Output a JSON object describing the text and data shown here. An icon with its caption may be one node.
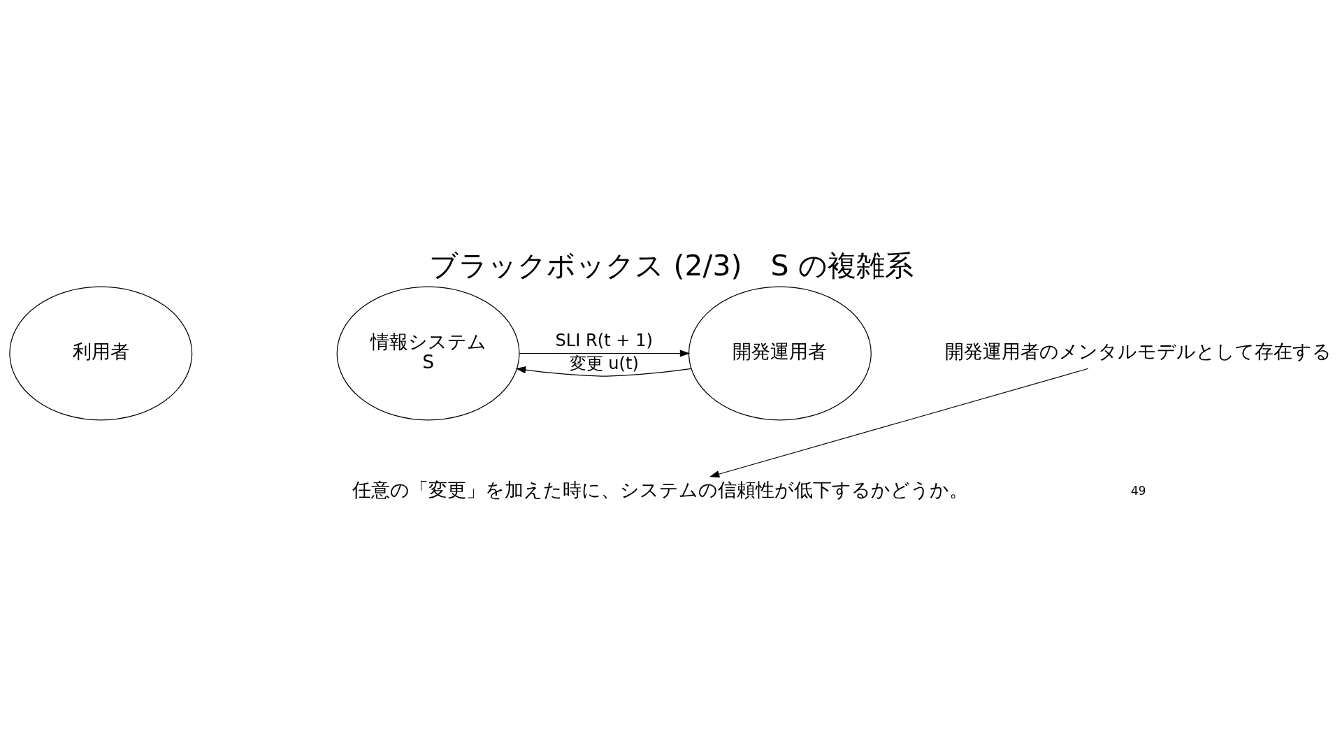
{
  "diagram": {
    "title": "ブラックボックス (2/3)　S の複雑系",
    "nodes": [
      {
        "text": [
          "利用者"
        ]
      },
      {
        "text": [
          "情報システム",
          "S"
        ]
      },
      {
        "text": [
          "開発運用者"
        ]
      },
      {
        "text": [
          "任意の「変更」を加えた時に、システムの信頼性が低下するかどうか。"
        ]
      },
      {
        "text": [
          "開発運用者のメンタルモデルとして存在する"
        ]
      }
    ],
    "edges": [
      {
        "from": 2,
        "to": 1,
        "arrow": "to",
        "label": "変更 u(t)"
      },
      {
        "from": 1,
        "to": 2,
        "arrow": "to",
        "label": "SLI R(t + 1)"
      },
      {
        "from": 4,
        "to": 3,
        "arrow": "to"
      }
    ],
    "labels": [
      "49"
    ]
  }
}
